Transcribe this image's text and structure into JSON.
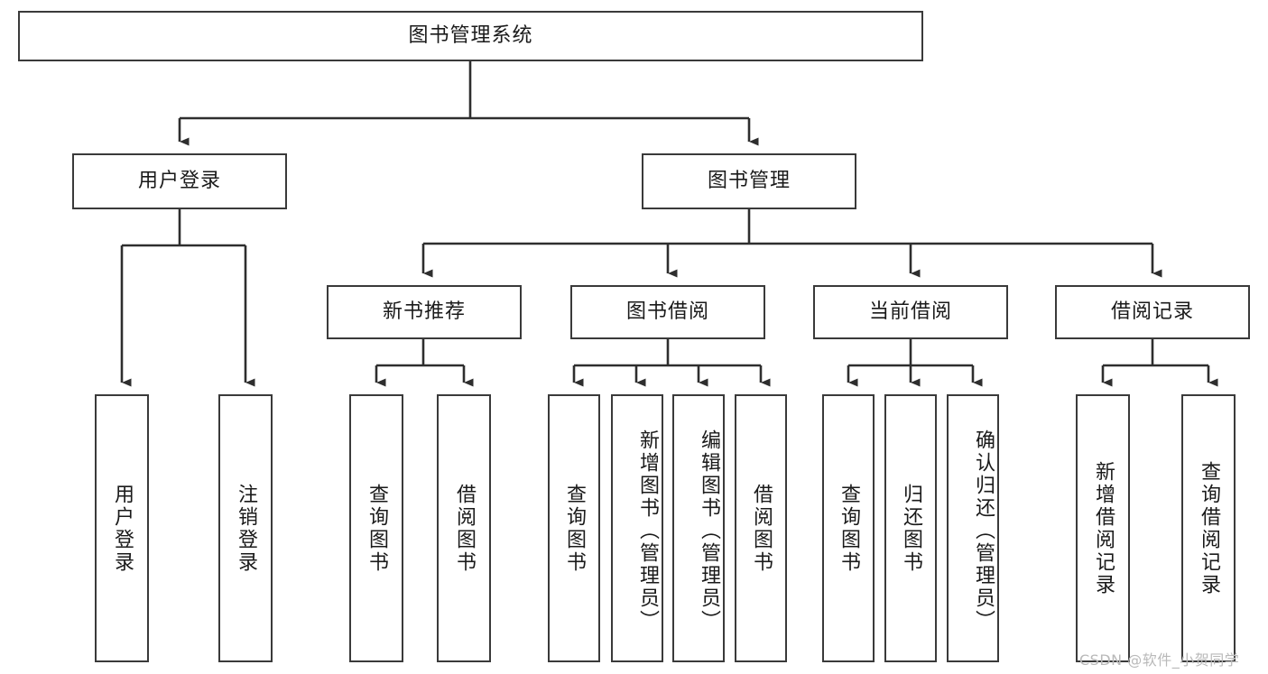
{
  "diagram": {
    "type": "tree-hierarchy",
    "title": "图书管理系统",
    "watermark": "CSDN @软件_小贺同学",
    "colors": {
      "box_border": "#3a3a3a",
      "box_fill": "#ffffff",
      "connector": "#2e2e2e",
      "text": "#1a1a1a",
      "watermark": "#b9b9b9",
      "background": "#ffffff"
    },
    "nodes": {
      "root": {
        "label": "图书管理系统",
        "level": 0,
        "orientation": "horizontal"
      },
      "user_login": {
        "label": "用户登录",
        "level": 1,
        "orientation": "horizontal"
      },
      "book_manage": {
        "label": "图书管理",
        "level": 1,
        "orientation": "horizontal"
      },
      "new_book_rec": {
        "label": "新书推荐",
        "level": 2,
        "orientation": "horizontal"
      },
      "book_borrow": {
        "label": "图书借阅",
        "level": 2,
        "orientation": "horizontal"
      },
      "current_borrow": {
        "label": "当前借阅",
        "level": 2,
        "orientation": "horizontal"
      },
      "borrow_record": {
        "label": "借阅记录",
        "level": 2,
        "orientation": "horizontal"
      },
      "leaf_user_login": {
        "label": "用户登录",
        "level": 3,
        "orientation": "vertical"
      },
      "leaf_logout": {
        "label": "注销登录",
        "level": 3,
        "orientation": "vertical"
      },
      "leaf_query_book_1": {
        "label": "查询图书",
        "level": 3,
        "orientation": "vertical"
      },
      "leaf_borrow_book_1": {
        "label": "借阅图书",
        "level": 3,
        "orientation": "vertical"
      },
      "leaf_query_book_2": {
        "label": "查询图书",
        "level": 3,
        "orientation": "vertical"
      },
      "leaf_add_book": {
        "label": "新增图书（管理员）",
        "level": 3,
        "orientation": "vertical"
      },
      "leaf_edit_book": {
        "label": "编辑图书（管理员）",
        "level": 3,
        "orientation": "vertical"
      },
      "leaf_borrow_book_2": {
        "label": "借阅图书",
        "level": 3,
        "orientation": "vertical"
      },
      "leaf_query_book_3": {
        "label": "查询图书",
        "level": 3,
        "orientation": "vertical"
      },
      "leaf_return_book": {
        "label": "归还图书",
        "level": 3,
        "orientation": "vertical"
      },
      "leaf_confirm_return": {
        "label": "确认归还（管理员）",
        "level": 3,
        "orientation": "vertical"
      },
      "leaf_add_record": {
        "label": "新增借阅记录",
        "level": 3,
        "orientation": "vertical"
      },
      "leaf_query_record": {
        "label": "查询借阅记录",
        "level": 3,
        "orientation": "vertical"
      }
    },
    "edges": [
      {
        "from": "root",
        "to": "user_login"
      },
      {
        "from": "root",
        "to": "book_manage"
      },
      {
        "from": "user_login",
        "to": "leaf_user_login"
      },
      {
        "from": "user_login",
        "to": "leaf_logout"
      },
      {
        "from": "book_manage",
        "to": "new_book_rec"
      },
      {
        "from": "book_manage",
        "to": "book_borrow"
      },
      {
        "from": "book_manage",
        "to": "current_borrow"
      },
      {
        "from": "book_manage",
        "to": "borrow_record"
      },
      {
        "from": "new_book_rec",
        "to": "leaf_query_book_1"
      },
      {
        "from": "new_book_rec",
        "to": "leaf_borrow_book_1"
      },
      {
        "from": "book_borrow",
        "to": "leaf_query_book_2"
      },
      {
        "from": "book_borrow",
        "to": "leaf_add_book"
      },
      {
        "from": "book_borrow",
        "to": "leaf_edit_book"
      },
      {
        "from": "book_borrow",
        "to": "leaf_borrow_book_2"
      },
      {
        "from": "current_borrow",
        "to": "leaf_query_book_3"
      },
      {
        "from": "current_borrow",
        "to": "leaf_return_book"
      },
      {
        "from": "current_borrow",
        "to": "leaf_confirm_return"
      },
      {
        "from": "borrow_record",
        "to": "leaf_add_record"
      },
      {
        "from": "borrow_record",
        "to": "leaf_query_record"
      }
    ]
  }
}
